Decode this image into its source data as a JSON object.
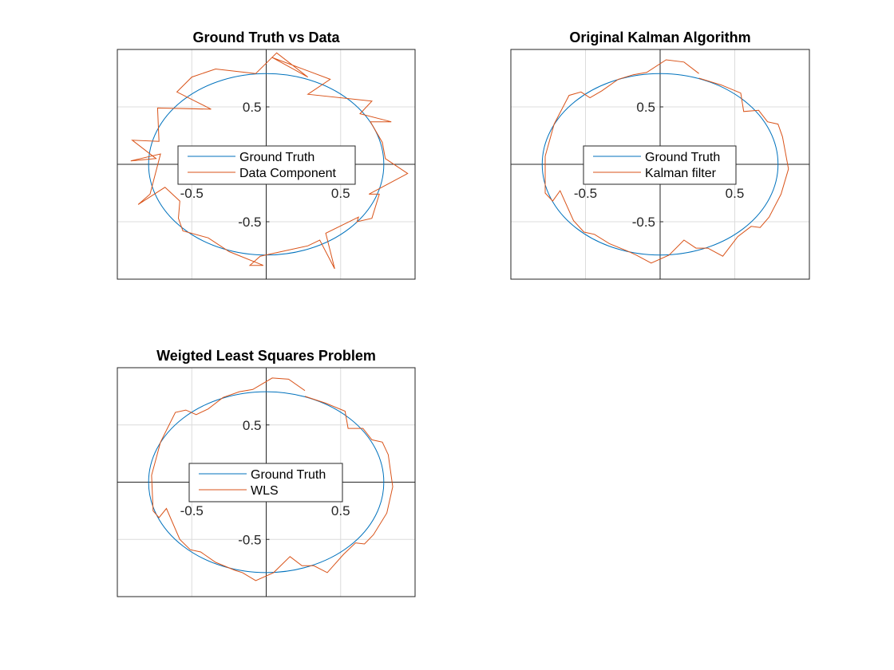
{
  "colors": {
    "truth": "#0072BD",
    "estimate": "#D95319",
    "grid": "#dcdcdc",
    "axis": "#262626"
  },
  "chart_data": [
    {
      "type": "line",
      "title": "Ground Truth vs Data",
      "xlim": [
        -1,
        1
      ],
      "ylim": [
        -1,
        1
      ],
      "xticks": [
        -0.5,
        0.5
      ],
      "yticks": [
        -0.5,
        0.5
      ],
      "xtick_labels": [
        "-0.5",
        "0.5"
      ],
      "ytick_labels": [
        "-0.5",
        "0.5"
      ],
      "grid": true,
      "legend_position": "center",
      "series": [
        {
          "name": "Ground Truth",
          "kind": "circle",
          "radius": 0.79
        },
        {
          "name": "Data Component",
          "x": [
            -0.07,
            0.07,
            0.28,
            0.04,
            0.43,
            0.28,
            0.71,
            0.63,
            0.84,
            0.7,
            0.78,
            0.8,
            0.95,
            0.69,
            0.76,
            0.71,
            0.61,
            0.62,
            0.4,
            0.46,
            0.36,
            0.28,
            -0.04,
            -0.11,
            -0.02,
            -0.25,
            -0.39,
            -0.56,
            -0.59,
            -0.58,
            -0.68,
            -0.86,
            -0.78,
            -0.71,
            -0.91,
            -0.74,
            -0.9,
            -0.72,
            -0.73,
            -0.37,
            -0.6,
            -0.5,
            -0.34,
            -0.07
          ],
          "y": [
            0.79,
            0.97,
            0.76,
            0.93,
            0.74,
            0.61,
            0.55,
            0.44,
            0.37,
            0.37,
            0.19,
            0.05,
            -0.08,
            -0.26,
            -0.26,
            -0.47,
            -0.5,
            -0.46,
            -0.6,
            -0.91,
            -0.66,
            -0.71,
            -0.8,
            -0.88,
            -0.88,
            -0.76,
            -0.64,
            -0.58,
            -0.47,
            -0.32,
            -0.2,
            -0.35,
            -0.26,
            0.09,
            0.03,
            0.05,
            0.21,
            0.2,
            0.49,
            0.48,
            0.63,
            0.76,
            0.83,
            0.79
          ]
        }
      ]
    },
    {
      "type": "line",
      "title": "Original Kalman Algorithm",
      "xlim": [
        -1,
        1
      ],
      "ylim": [
        -1,
        1
      ],
      "xticks": [
        -0.5,
        0.5
      ],
      "yticks": [
        -0.5,
        0.5
      ],
      "xtick_labels": [
        "-0.5",
        "0.5"
      ],
      "ytick_labels": [
        "-0.5",
        "0.5"
      ],
      "grid": true,
      "legend_position": "center",
      "series": [
        {
          "name": "Ground Truth",
          "kind": "circle",
          "radius": 0.79
        },
        {
          "name": "Kalman filter",
          "x": [
            0.26,
            0.16,
            0.04,
            -0.09,
            -0.18,
            -0.28,
            -0.39,
            -0.47,
            -0.53,
            -0.61,
            -0.71,
            -0.77,
            -0.77,
            -0.72,
            -0.67,
            -0.58,
            -0.51,
            -0.44,
            -0.34,
            -0.21,
            -0.16,
            -0.06,
            0.06,
            0.16,
            0.24,
            0.32,
            0.42,
            0.52,
            0.61,
            0.67,
            0.73,
            0.81,
            0.86,
            0.82,
            0.79,
            0.72,
            0.66,
            0.56,
            0.54,
            0.41,
            0.26
          ],
          "y": [
            0.79,
            0.89,
            0.91,
            0.8,
            0.78,
            0.74,
            0.64,
            0.58,
            0.63,
            0.6,
            0.35,
            0.07,
            -0.25,
            -0.32,
            -0.23,
            -0.49,
            -0.59,
            -0.61,
            -0.69,
            -0.76,
            -0.79,
            -0.86,
            -0.79,
            -0.66,
            -0.73,
            -0.73,
            -0.8,
            -0.63,
            -0.54,
            -0.55,
            -0.46,
            -0.26,
            -0.04,
            0.24,
            0.35,
            0.37,
            0.47,
            0.46,
            0.62,
            0.69,
            0.75
          ]
        }
      ]
    },
    {
      "type": "line",
      "title": "Weigted Least Squares Problem",
      "xlim": [
        -1,
        1
      ],
      "ylim": [
        -1,
        1
      ],
      "xticks": [
        -0.5,
        0.5
      ],
      "yticks": [
        -0.5,
        0.5
      ],
      "xtick_labels": [
        "-0.5",
        "0.5"
      ],
      "ytick_labels": [
        "-0.5",
        "0.5"
      ],
      "grid": true,
      "legend_position": "center",
      "series": [
        {
          "name": "Ground Truth",
          "kind": "circle",
          "radius": 0.79
        },
        {
          "name": "WLS",
          "x": [
            0.26,
            0.15,
            0.04,
            -0.09,
            -0.18,
            -0.29,
            -0.39,
            -0.47,
            -0.54,
            -0.61,
            -0.71,
            -0.77,
            -0.76,
            -0.72,
            -0.67,
            -0.58,
            -0.51,
            -0.44,
            -0.34,
            -0.21,
            -0.16,
            -0.07,
            0.05,
            0.16,
            0.24,
            0.32,
            0.41,
            0.52,
            0.6,
            0.66,
            0.72,
            0.81,
            0.85,
            0.82,
            0.78,
            0.71,
            0.65,
            0.55,
            0.53,
            0.4,
            0.26
          ],
          "y": [
            0.8,
            0.9,
            0.91,
            0.81,
            0.79,
            0.74,
            0.64,
            0.59,
            0.63,
            0.61,
            0.35,
            0.06,
            -0.25,
            -0.31,
            -0.23,
            -0.5,
            -0.59,
            -0.61,
            -0.7,
            -0.77,
            -0.79,
            -0.86,
            -0.79,
            -0.65,
            -0.73,
            -0.73,
            -0.79,
            -0.63,
            -0.53,
            -0.54,
            -0.46,
            -0.27,
            -0.04,
            0.24,
            0.35,
            0.37,
            0.47,
            0.47,
            0.62,
            0.69,
            0.75
          ]
        }
      ]
    }
  ]
}
